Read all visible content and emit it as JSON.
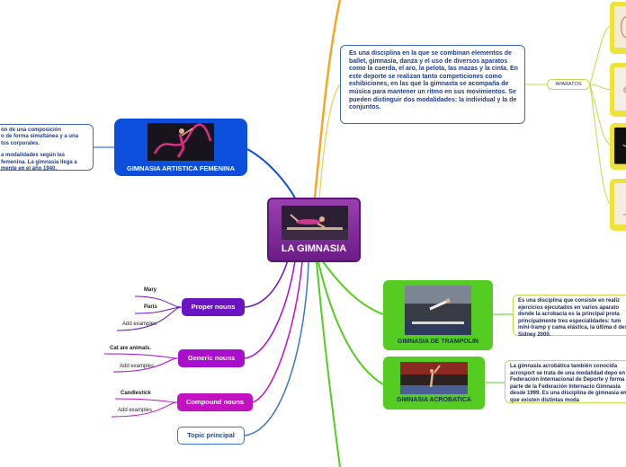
{
  "central": {
    "title": "LA GIMNASIA",
    "image_icon": "gymnast-balance-beam-photo"
  },
  "branches": {
    "femenina": {
      "title": "GIMNASIA ARTISTICA FEMENINA",
      "image_icon": "rhythmic-gymnast-ribbon-photo",
      "description_lines": [
        "ón de una composición",
        "o de forma simultánea y a una",
        "tos corporales.",
        "",
        "a modalidades según las",
        "femenina. La gimnasia llega a",
        "mente en el año 1940."
      ]
    },
    "main_description": "Es una disciplina en la que se combinan elementos de ballet, gimnasia, danza y el uso de diversos aparatos como la cuerda, el aro, la pelota, las mazas y la cinta. En este deporte se realizan tanto competiciones como exhibiciones, en las que la gimnasta se acompaña de música para mantener un ritmo en sus movimientos. Se pueden distinguir dos modalidades: la individual y la de conjuntos.",
    "aparatos": {
      "label": "APARATOS",
      "images": [
        "hoop-apparatus-photo",
        "ball-apparatus-photo",
        "ribbon-apparatus-photo",
        "clubs-apparatus-photo"
      ]
    },
    "trampolin": {
      "title": "GIMNASIA DE TRAMPOLIN",
      "image_icon": "trampoline-gymnast-photo",
      "description": "Es una disciplina que consiste en realiz ejercicios ejecutados en varios aparato donde la acrobacia es la principal prota principalmente tres especialidades: tum mini-tramp y cama elástica, la última d desde Sidney 2000."
    },
    "acrobatica": {
      "title": "GIMNASIA ACROBATICA",
      "image_icon": "acrobatic-gymnasts-photo",
      "description": "La gimnasia acrobática también conocida acrosport se trata de una modalidad depo en la Federación Internacional de Deporte y forma parte de la Federación Internacio Gimnasia desde 1999. Es una disciplina de gimnasia en la que existen distintas moda"
    }
  },
  "examples": {
    "proper": {
      "label": "Proper nouns",
      "leaves": [
        "Mary",
        "Paris",
        "Add examples"
      ]
    },
    "generic": {
      "label": "Generic nouns",
      "leaves": [
        "Cat are animals.",
        "Add examples"
      ]
    },
    "compound": {
      "label": "Compound nouns",
      "leaves": [
        "Candlestick",
        "Add examples"
      ]
    },
    "topic": {
      "label": "Topic principal"
    }
  },
  "colors": {
    "central": "#6b1d86",
    "femenina": "#0b4fdc",
    "green_nodes": "#55cc22",
    "proper": "#6a14c4",
    "generic": "#a80fcd",
    "compound": "#c212c0",
    "aparatos_frames": "#eee33b",
    "branch_orange": "#f5a623"
  }
}
